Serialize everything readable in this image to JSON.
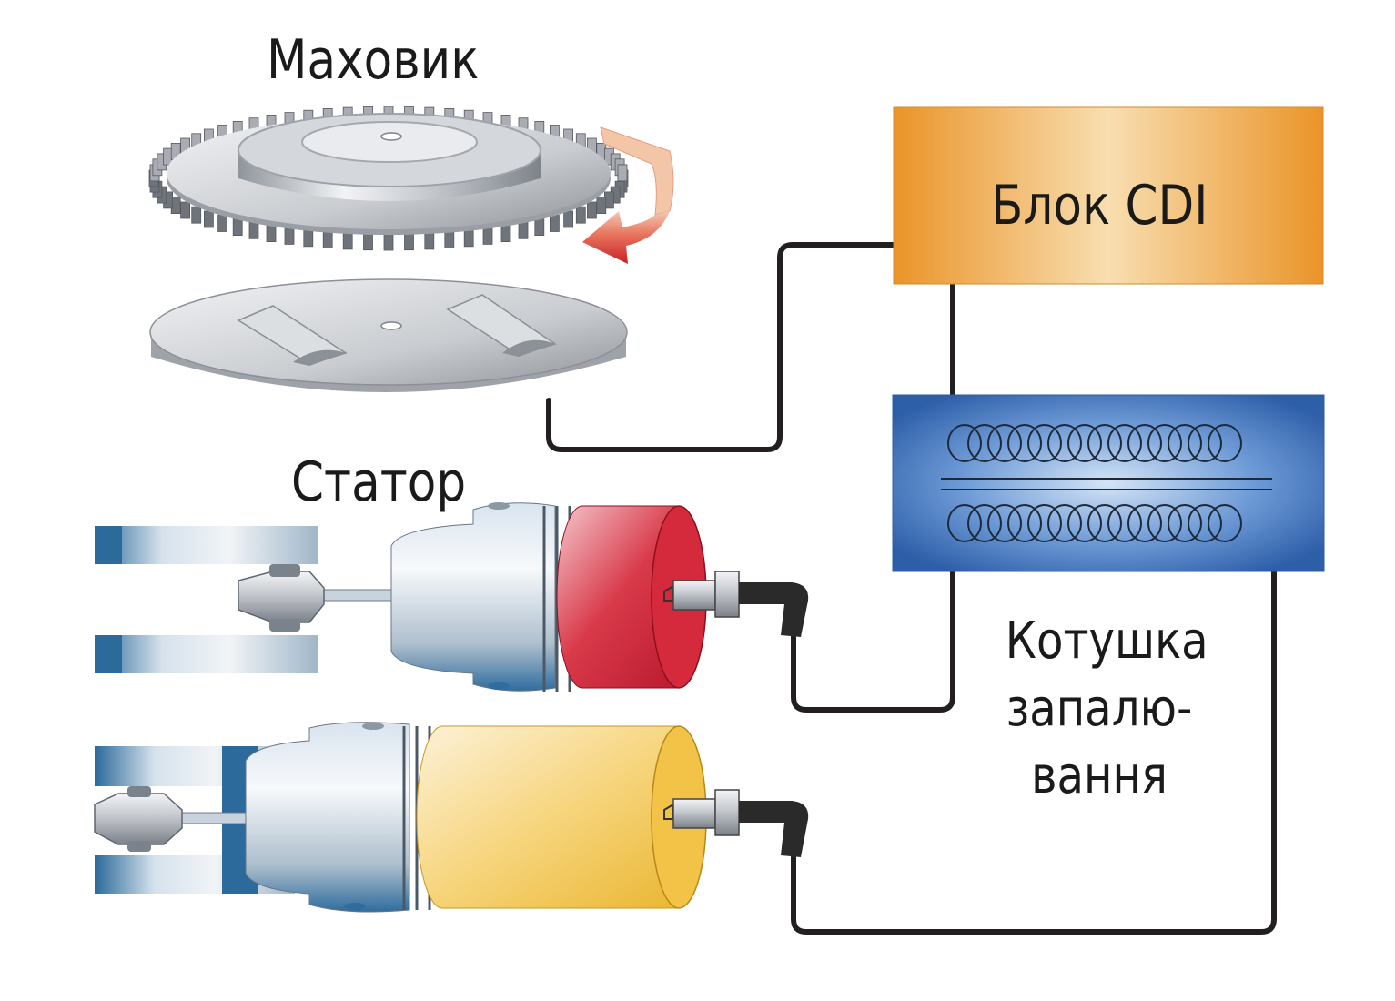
{
  "labels": {
    "flywheel": "Маховик",
    "stator": "Статор",
    "cdi_unit": "Блок CDI",
    "coil_line1": "Котушка",
    "coil_line2": "запалю-",
    "coil_line3": "вання"
  },
  "colors": {
    "wire": "#231f20",
    "cdi_box": "#f0a647",
    "coil_box": "#3a6fc0",
    "rotation_arrow": "#c8202a",
    "upper_cylinder": "#c8202f",
    "lower_cylinder": "#f2c346",
    "metal": "#c9ccd1"
  }
}
